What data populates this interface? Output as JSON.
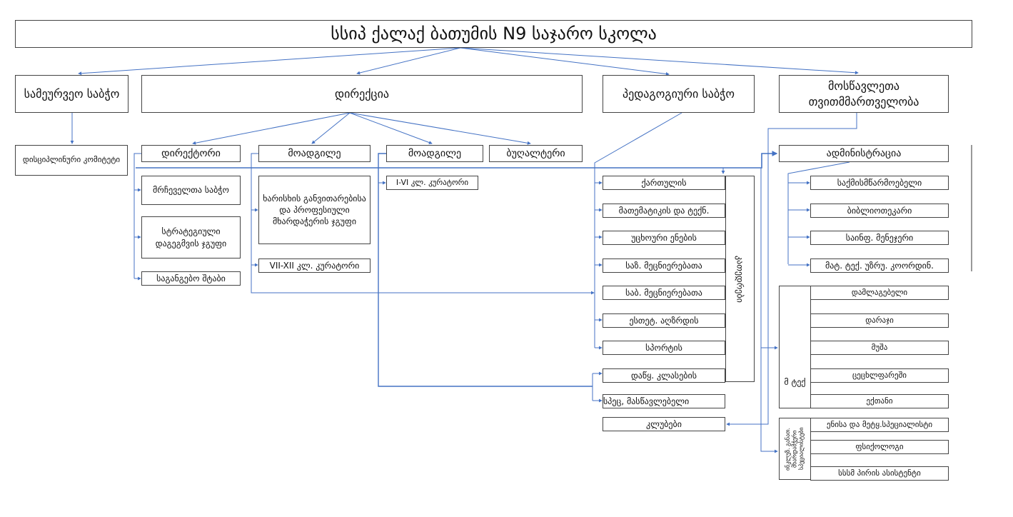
{
  "title": "სსიპ ქალაქ ბათუმის N9 საჯარო სკოლა",
  "top": {
    "board": "სამეურვეო საბჭო",
    "directorate": "დირექცია",
    "ped_council": "პედაგოგიური საბჭო",
    "student_gov": "მოსწავლეთა თვითმმართველობა"
  },
  "discipline": "დისციპლინური კომიტეტი",
  "directorate_units": {
    "director": "დირექტორი",
    "deputy1": "მოადგილე",
    "deputy2": "მოადგილე",
    "accountant": "ბუღალტერი"
  },
  "director_sub": [
    "მრჩეველთა საბჭო",
    "სტრატეგიული დაგეგმვის ჯგუფი",
    "საგანგებო შტაბი"
  ],
  "deputy1_sub": [
    "ხარისხის განვითარებისა და პროფესიული მხარდაჭერის ჯგუფი",
    "VII-XII კლ. კურატორი"
  ],
  "deputy2_sub": [
    "I-VI კლ. კურატორი"
  ],
  "departments_label": "კათედრები",
  "departments": [
    "ქართულის",
    "მათემატიკის და ტექნ.",
    "უცხოური ენების",
    "საზ. მეცნიერებათა",
    "საბ. მეცნიერებათა",
    "ესთეტ. აღზრდის",
    "სპორტის",
    "დაწყ. კლასების"
  ],
  "special_teacher": "სპეც, მასწავლებელი",
  "clubs": "კლუბები",
  "administration": "ადმინისტრაცია",
  "admin_sub": [
    "საქმისმწარმოებელი",
    "ბიბლიოთეკარი",
    "საინფ. მენეჯერი",
    "მატ. ტექ. უზრუ. კოორდინ."
  ],
  "tech_label": "მ ტექ",
  "tech_staff": [
    "დამლაგებელი",
    "დარაჯი",
    "მუშა",
    "ცეცხლფარეში",
    "ექთანი"
  ],
  "inclusive_label": "ინკლუზ. განათ. მხარდამჭერი სპეციალისტები",
  "inclusive_staff": [
    "ენისა და მეტყ.სპეციალისტი",
    "ფსიქოლოგი",
    "სსსმ პირის ასისტენტი"
  ],
  "line_color": "#4472c4"
}
